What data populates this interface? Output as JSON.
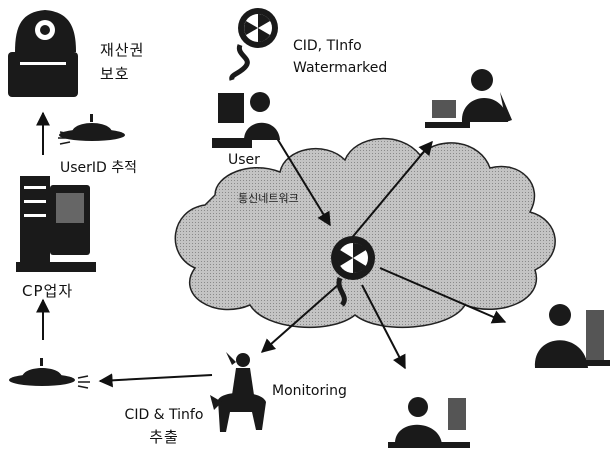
{
  "labels": {
    "copyright_protection": [
      "재산권",
      "보호"
    ],
    "cid_tinfo_watermarked": [
      "CID, TInfo",
      "Watermarked"
    ],
    "user": "User",
    "userid_tracking": "UserID  추적",
    "cp_company": "CP업자",
    "network": "통신네트워크",
    "monitoring": "Monitoring",
    "cid_tinfo_extraction": [
      "CID & Tinfo",
      "추출"
    ]
  },
  "icons": [
    "safe-icon",
    "film-reel-icon",
    "user-computer-icon",
    "radar-tracker-icon",
    "server-tower-icon",
    "network-cloud",
    "central-film-reel-icon",
    "person-at-laptop-icon",
    "person-at-desk-top-icon",
    "person-at-desk-bottom-icon",
    "detective-dog-icon",
    "radar-monitor-icon"
  ],
  "colors": {
    "ink": "#111111",
    "cloud_fill": "#bdbdbd",
    "cloud_edge": "#222222",
    "icon_fill": "#1a1a1a",
    "paper": "#ffffff"
  }
}
